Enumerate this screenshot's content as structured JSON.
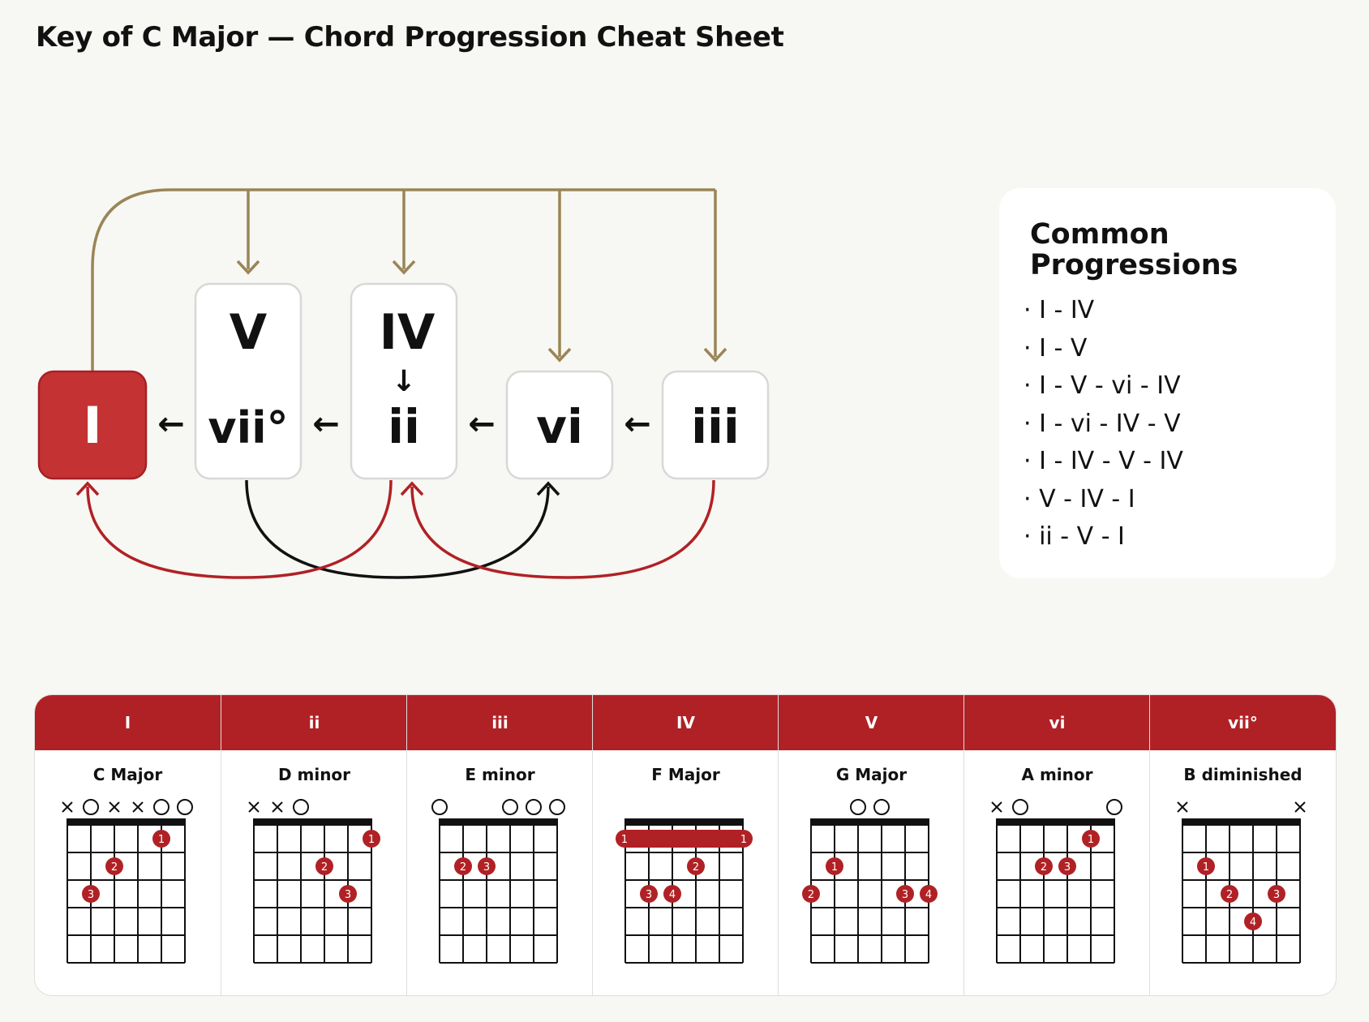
{
  "page": {
    "title": "Key of C Major — Chord Progression Cheat Sheet"
  },
  "colors": {
    "background": "#f7f7f3",
    "accent_red": "#b02125",
    "tonic_fill": "#c43233",
    "arrow_gold": "#9a8556",
    "arrow_red": "#b02125",
    "arrow_black": "#111111",
    "box_border": "#d8d8d8"
  },
  "diagram": {
    "nodes": {
      "I": "I",
      "V": "V",
      "vii": "vii°",
      "IV": "IV",
      "ii": "ii",
      "vi": "vi",
      "iii": "iii"
    },
    "left_arrow_glyph": "←",
    "down_arrow_glyph": "↓"
  },
  "progressions": {
    "title_line1": "Common",
    "title_line2": "Progressions",
    "items": [
      "· I - IV",
      "· I - V",
      "· I - V - vi - IV",
      "· I - vi - IV - V",
      "· I - IV - V - IV",
      "· V - IV - I",
      "· ii - V - I"
    ]
  },
  "chords": [
    {
      "numeral": "I",
      "name": "C Major",
      "top": [
        "x",
        "o",
        "x",
        "x",
        "o",
        "o"
      ],
      "dots": [
        {
          "s": 5,
          "f": 1,
          "n": "1"
        },
        {
          "s": 3,
          "f": 2,
          "n": "2"
        },
        {
          "s": 2,
          "f": 3,
          "n": "3"
        }
      ]
    },
    {
      "numeral": "ii",
      "name": "D minor",
      "top": [
        "x",
        "x",
        "o",
        "",
        null,
        ""
      ],
      "dots": [
        {
          "s": 6,
          "f": 1,
          "n": "1"
        },
        {
          "s": 4,
          "f": 2,
          "n": "2"
        },
        {
          "s": 5,
          "f": 3,
          "n": "3"
        }
      ]
    },
    {
      "numeral": "iii",
      "name": "E minor",
      "top": [
        "o",
        "",
        "",
        "o",
        "o",
        "o"
      ],
      "dots": [
        {
          "s": 2,
          "f": 2,
          "n": "2"
        },
        {
          "s": 3,
          "f": 2,
          "n": "3"
        }
      ]
    },
    {
      "numeral": "IV",
      "name": "F Major",
      "top": [
        "",
        "",
        "",
        "",
        "",
        ""
      ],
      "barre": {
        "f": 1,
        "n": "1"
      },
      "dots": [
        {
          "s": 4,
          "f": 2,
          "n": "2"
        },
        {
          "s": 2,
          "f": 3,
          "n": "3"
        },
        {
          "s": 3,
          "f": 3,
          "n": "4"
        }
      ]
    },
    {
      "numeral": "V",
      "name": "G Major",
      "top": [
        "",
        "",
        "o",
        "o",
        "",
        ""
      ],
      "dots": [
        {
          "s": 2,
          "f": 2,
          "n": "1"
        },
        {
          "s": 1,
          "f": 3,
          "n": "2"
        },
        {
          "s": 5,
          "f": 3,
          "n": "3"
        },
        {
          "s": 6,
          "f": 3,
          "n": "4"
        }
      ]
    },
    {
      "numeral": "vi",
      "name": "A minor",
      "top": [
        "x",
        "o",
        "",
        "",
        "",
        "o"
      ],
      "dots": [
        {
          "s": 5,
          "f": 1,
          "n": "1"
        },
        {
          "s": 3,
          "f": 2,
          "n": "2"
        },
        {
          "s": 4,
          "f": 2,
          "n": "3"
        }
      ]
    },
    {
      "numeral": "vii°",
      "name": "B diminished",
      "top": [
        "x",
        "",
        "",
        "",
        "",
        "x"
      ],
      "dots": [
        {
          "s": 2,
          "f": 2,
          "n": "1"
        },
        {
          "s": 3,
          "f": 3,
          "n": "2"
        },
        {
          "s": 5,
          "f": 3,
          "n": "3"
        },
        {
          "s": 4,
          "f": 4,
          "n": "4"
        }
      ]
    }
  ]
}
